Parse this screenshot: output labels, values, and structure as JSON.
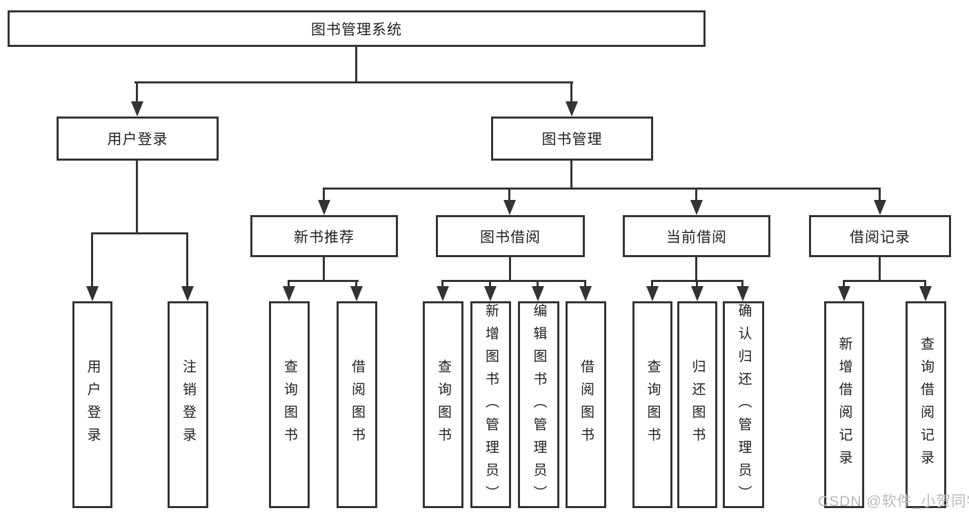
{
  "diagram": {
    "root_label": "图书管理系统",
    "branches": [
      {
        "label": "用户登录",
        "children": [
          "用户登录",
          "注销登录"
        ]
      },
      {
        "label": "图书管理",
        "sections": [
          {
            "label": "新书推荐",
            "children": [
              "查询图书",
              "借阅图书"
            ]
          },
          {
            "label": "图书借阅",
            "children": [
              "查询图书",
              "新增图书（管理员）",
              "编辑图书（管理员）",
              "借阅图书"
            ]
          },
          {
            "label": "当前借阅",
            "children": [
              "查询图书",
              "归还图书",
              "确认归还（管理员）"
            ]
          },
          {
            "label": "借阅记录",
            "children": [
              "新增借阅记录",
              "查询借阅记录"
            ]
          }
        ]
      }
    ],
    "watermark": "CSDN @软件_小贺同学"
  },
  "colors": {
    "line": "#333333",
    "box_border": "#333333",
    "box_fill": "#ffffff",
    "text": "#1f1f1f",
    "watermark": "#b9b9b9"
  }
}
